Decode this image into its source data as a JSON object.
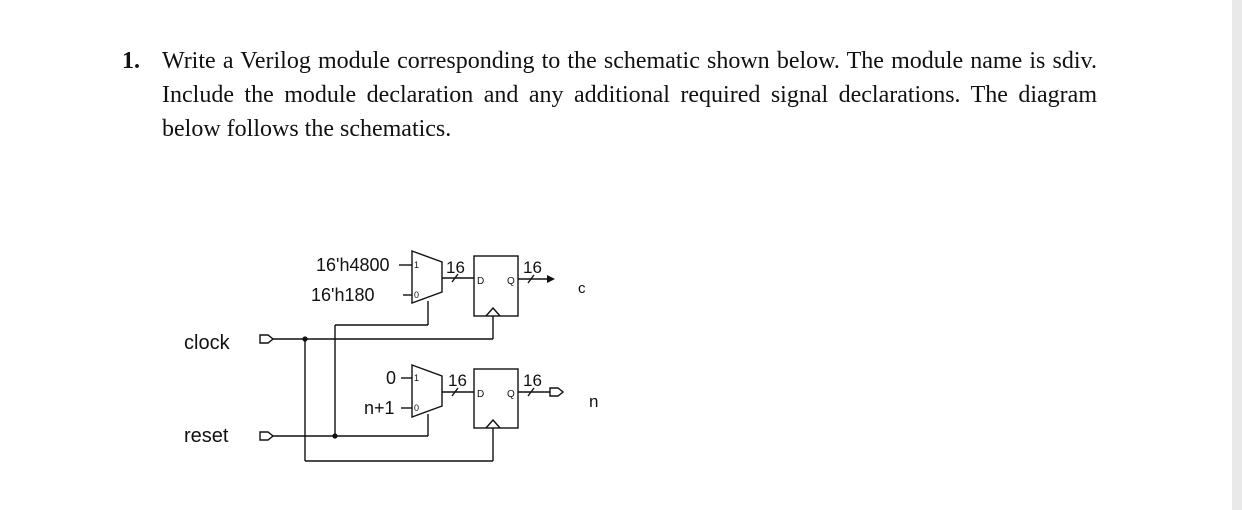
{
  "question": {
    "number": "1.",
    "text": "Write a Verilog module corresponding to the schematic shown below. The module name is sdiv. Include the module declaration and any additional required signal declarations. The diagram below follows the schematics."
  },
  "schematic": {
    "inputs": {
      "clock": "clock",
      "reset": "reset"
    },
    "outputs": {
      "c": "c",
      "n": "n"
    },
    "mux_top": {
      "in1": "16'h4800",
      "in0": "16'h180",
      "sel1": "1",
      "sel0": "0"
    },
    "mux_bottom": {
      "in1": "0",
      "in0": "n+1",
      "sel1": "1",
      "sel0": "0"
    },
    "reg_top": {
      "d": "D",
      "q": "Q"
    },
    "reg_bottom": {
      "d": "D",
      "q": "Q"
    },
    "bus_width": "16"
  },
  "colors": {
    "ink": "#111111",
    "scrollbar": "#e9e9e9"
  }
}
